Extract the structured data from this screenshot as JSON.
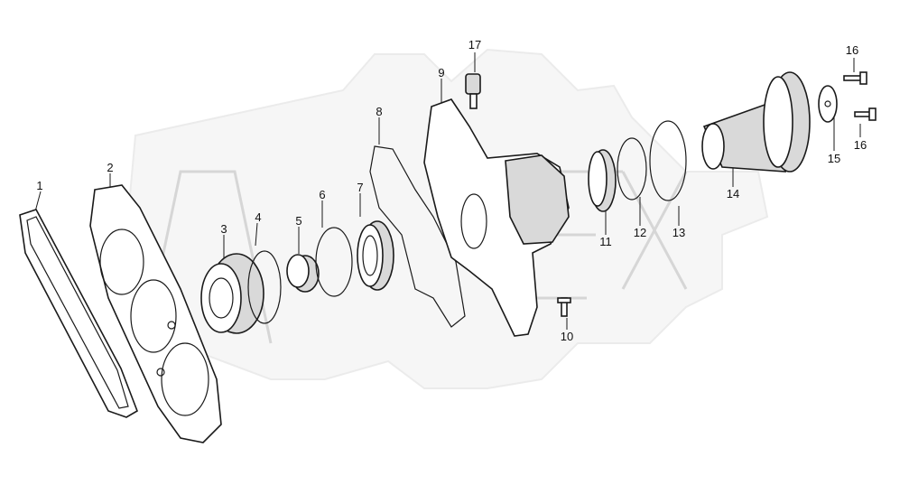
{
  "diagram": {
    "callouts": [
      {
        "id": "1",
        "text": "1"
      },
      {
        "id": "2",
        "text": "2"
      },
      {
        "id": "3",
        "text": "3"
      },
      {
        "id": "4",
        "text": "4"
      },
      {
        "id": "5",
        "text": "5"
      },
      {
        "id": "6",
        "text": "6"
      },
      {
        "id": "7",
        "text": "7"
      },
      {
        "id": "8",
        "text": "8"
      },
      {
        "id": "9",
        "text": "9"
      },
      {
        "id": "10",
        "text": "10"
      },
      {
        "id": "11",
        "text": "11"
      },
      {
        "id": "12",
        "text": "12"
      },
      {
        "id": "13",
        "text": "13"
      },
      {
        "id": "14",
        "text": "14"
      },
      {
        "id": "15",
        "text": "15"
      },
      {
        "id": "16a",
        "text": "16"
      },
      {
        "id": "16b",
        "text": "16"
      },
      {
        "id": "17",
        "text": "17"
      }
    ]
  }
}
